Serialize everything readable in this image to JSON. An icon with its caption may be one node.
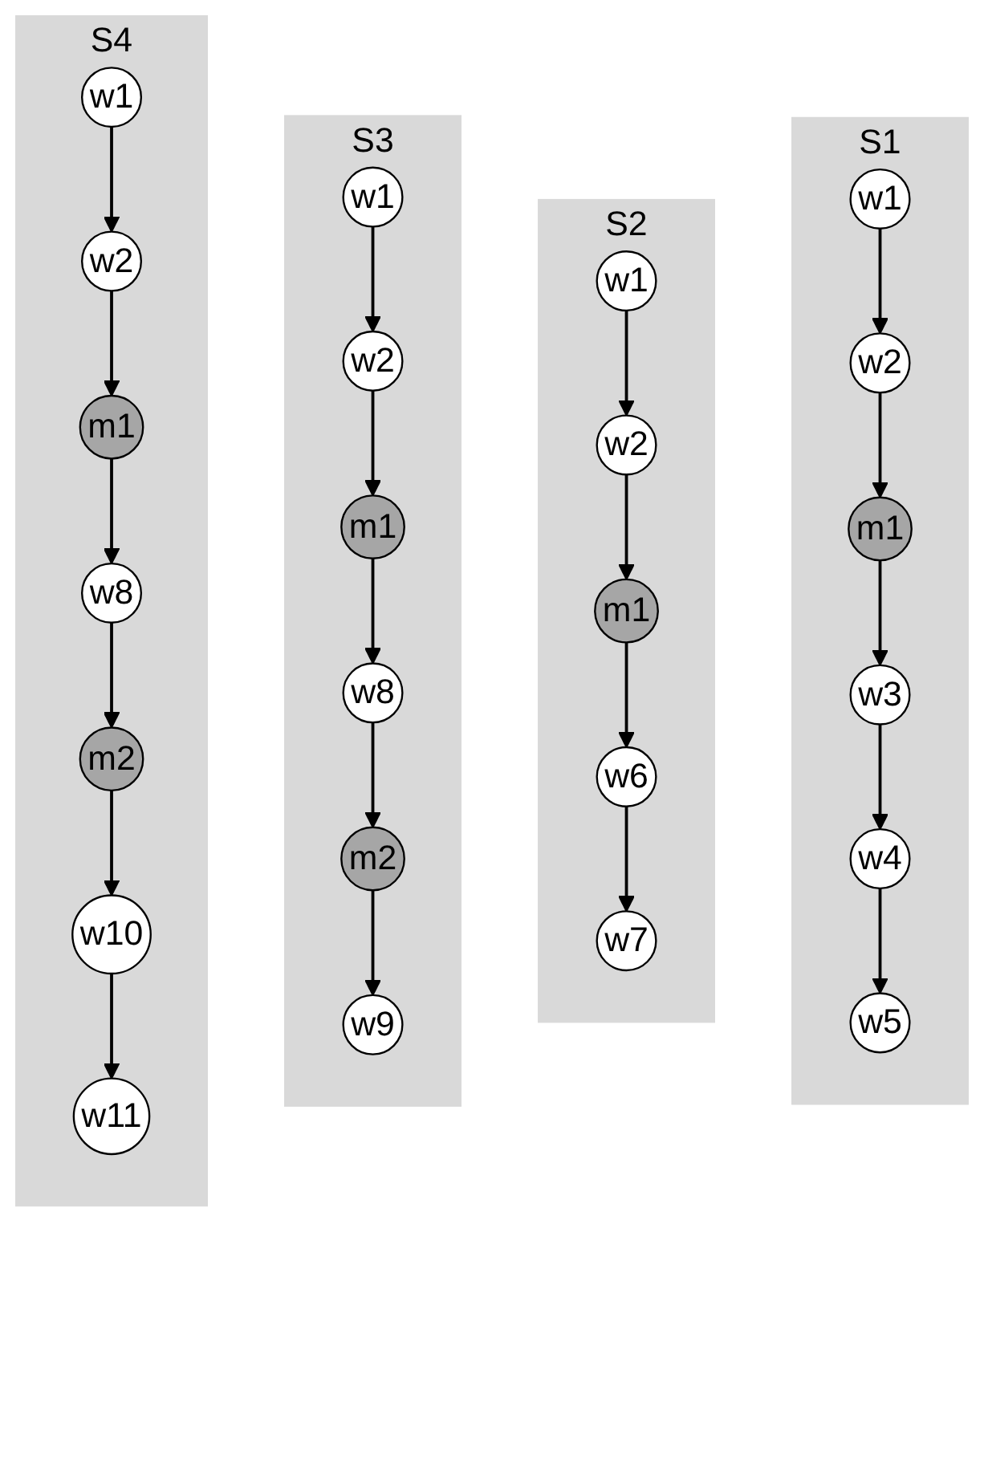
{
  "diagram": {
    "nodes": [
      {
        "text": [
          "S1"
        ]
      },
      {
        "text": [
          "w1"
        ],
        "in": 0
      },
      {
        "text": [
          "w2"
        ],
        "in": 0
      },
      {
        "text": [
          "m1"
        ],
        "in": 0
      },
      {
        "text": [
          "w3"
        ],
        "in": 0
      },
      {
        "text": [
          "w4"
        ],
        "in": 0
      },
      {
        "text": [
          "w5"
        ],
        "in": 0
      },
      {
        "text": [
          "S2"
        ]
      },
      {
        "text": [
          "w1"
        ],
        "in": 7
      },
      {
        "text": [
          "w2"
        ],
        "in": 7
      },
      {
        "text": [
          "m1"
        ],
        "in": 7
      },
      {
        "text": [
          "w6"
        ],
        "in": 7
      },
      {
        "text": [
          "w7"
        ],
        "in": 7
      },
      {
        "text": [
          "S3"
        ]
      },
      {
        "text": [
          "w1"
        ],
        "in": 13
      },
      {
        "text": [
          "w2"
        ],
        "in": 13
      },
      {
        "text": [
          "m1"
        ],
        "in": 13
      },
      {
        "text": [
          "w8"
        ],
        "in": 13
      },
      {
        "text": [
          "m2"
        ],
        "in": 13
      },
      {
        "text": [
          "w9"
        ],
        "in": 13
      },
      {
        "text": [
          "S4"
        ]
      },
      {
        "text": [
          "w1"
        ],
        "in": 20
      },
      {
        "text": [
          "w2"
        ],
        "in": 20
      },
      {
        "text": [
          "m1"
        ],
        "in": 20
      },
      {
        "text": [
          "w8"
        ],
        "in": 20
      },
      {
        "text": [
          "m2"
        ],
        "in": 20
      },
      {
        "text": [
          "w10"
        ],
        "in": 20
      },
      {
        "text": [
          "w11"
        ],
        "in": 20
      }
    ],
    "edges": [
      {
        "from": 1,
        "to": 2,
        "arrow": "to"
      },
      {
        "from": 2,
        "to": 3,
        "arrow": "to"
      },
      {
        "from": 3,
        "to": 4,
        "arrow": "to"
      },
      {
        "from": 4,
        "to": 5,
        "arrow": "to"
      },
      {
        "from": 5,
        "to": 6,
        "arrow": "to"
      },
      {
        "from": 8,
        "to": 9,
        "arrow": "to"
      },
      {
        "from": 9,
        "to": 10,
        "arrow": "to"
      },
      {
        "from": 10,
        "to": 11,
        "arrow": "to"
      },
      {
        "from": 11,
        "to": 12,
        "arrow": "to"
      },
      {
        "from": 14,
        "to": 15,
        "arrow": "to"
      },
      {
        "from": 15,
        "to": 16,
        "arrow": "to"
      },
      {
        "from": 16,
        "to": 17,
        "arrow": "to"
      },
      {
        "from": 17,
        "to": 18,
        "arrow": "to"
      },
      {
        "from": 18,
        "to": 19,
        "arrow": "to"
      },
      {
        "from": 21,
        "to": 22,
        "arrow": "to"
      },
      {
        "from": 22,
        "to": 23,
        "arrow": "to"
      },
      {
        "from": 23,
        "to": 24,
        "arrow": "to"
      },
      {
        "from": 24,
        "to": 25,
        "arrow": "to"
      },
      {
        "from": 25,
        "to": 26,
        "arrow": "to"
      },
      {
        "from": 26,
        "to": 27,
        "arrow": "to"
      }
    ]
  }
}
